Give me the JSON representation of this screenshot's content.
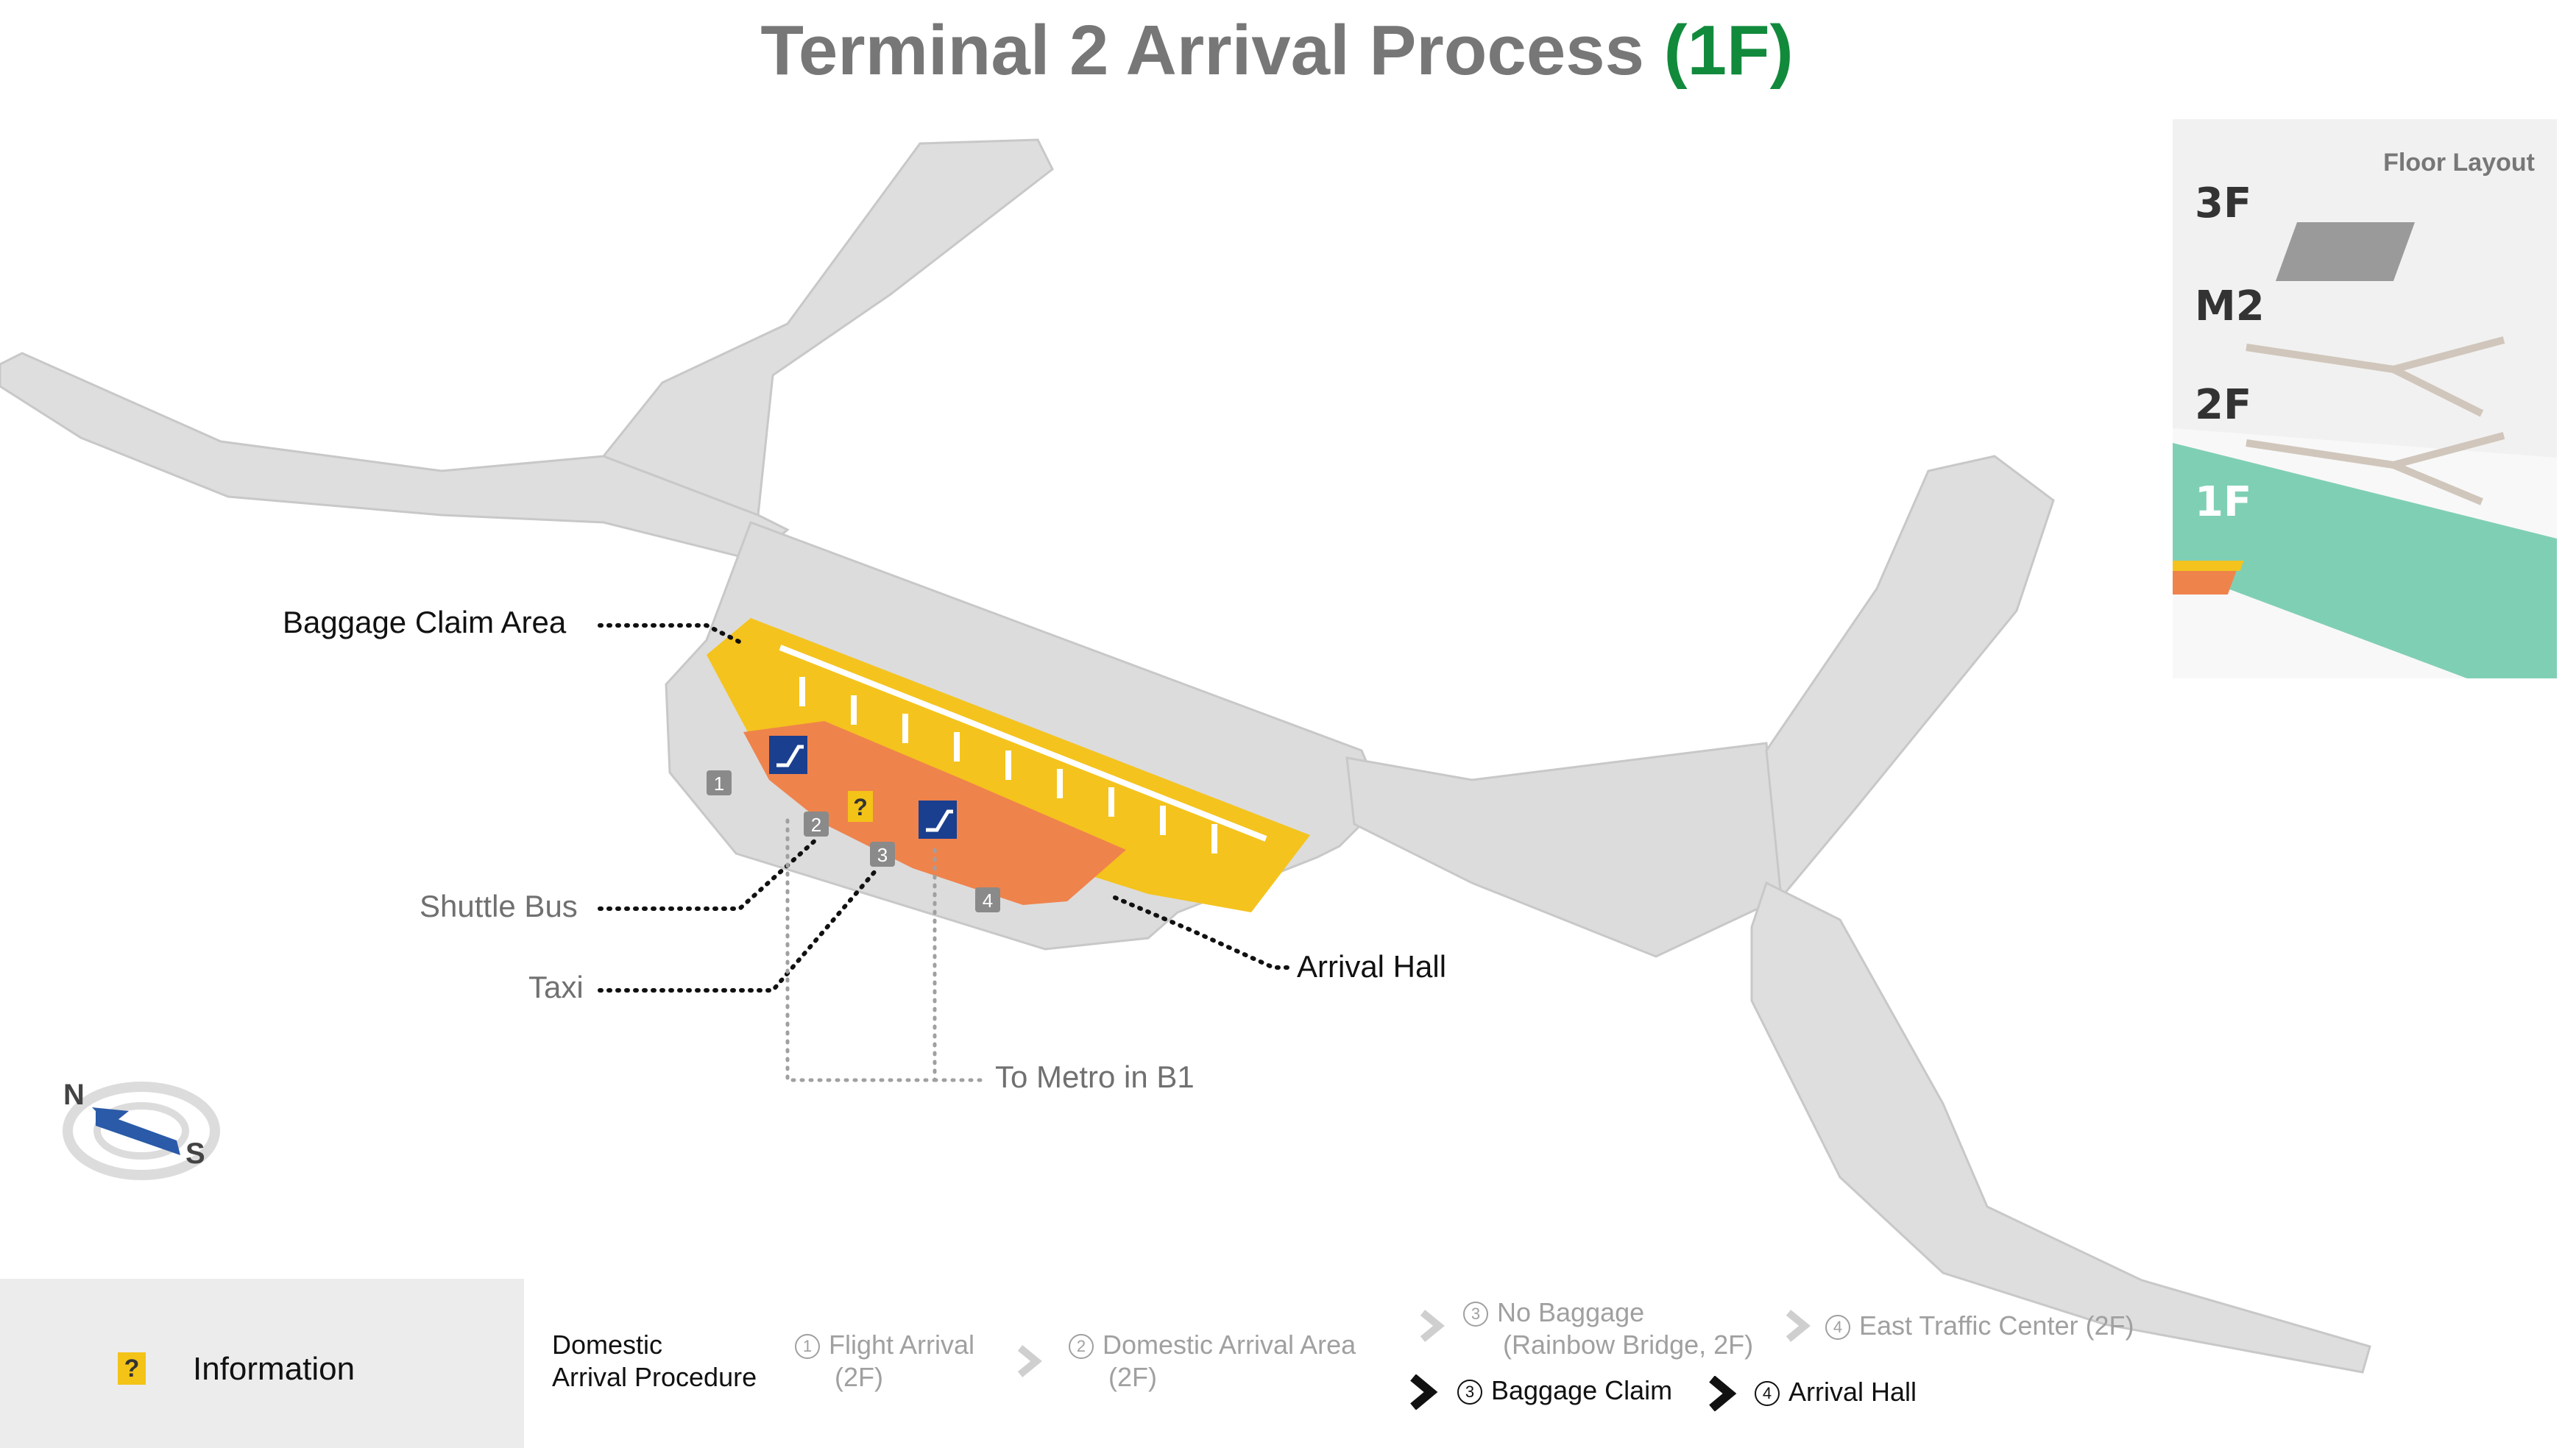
{
  "title": {
    "main": "Terminal 2 Arrival Process ",
    "floor": "(1F)"
  },
  "labels": {
    "baggage_claim_area": "Baggage Claim Area",
    "shuttle_bus": "Shuttle Bus",
    "taxi": "Taxi",
    "to_metro": "To Metro in B1",
    "arrival_hall": "Arrival Hall"
  },
  "map_markers": {
    "exit_1": "1",
    "exit_2": "2",
    "exit_3": "3",
    "exit_4": "4",
    "info": "?"
  },
  "compass": {
    "north": "N",
    "south": "S"
  },
  "floor_layout": {
    "title": "Floor Layout",
    "floors": [
      "3F",
      "M2",
      "2F",
      "1F"
    ],
    "active": "1F"
  },
  "legend": {
    "info_icon": "?",
    "info_label": "Information"
  },
  "procedure": {
    "heading_line1": "Domestic",
    "heading_line2": "Arrival Procedure",
    "step1_num": "1",
    "step1_line1": "Flight Arrival",
    "step1_line2": "(2F)",
    "step2_num": "2",
    "step2_line1": "Domestic Arrival Area",
    "step2_line2": "(2F)",
    "step3a_num": "3",
    "step3a_line1": "No Baggage",
    "step3a_line2": "(Rainbow Bridge, 2F)",
    "step4a_num": "4",
    "step4a_label": "East Traffic Center (2F)",
    "step3b_num": "3",
    "step3b_label": "Baggage Claim",
    "step4b_num": "4",
    "step4b_label": "Arrival Hall"
  },
  "colors": {
    "baggage_area": "#f4c31e",
    "arrival_hall": "#ef834c",
    "terminal": "#dcdcdc",
    "active_floor": "#7fcfb5",
    "title_accent": "#118a3c",
    "escalator_icon": "#1a3f8f"
  }
}
